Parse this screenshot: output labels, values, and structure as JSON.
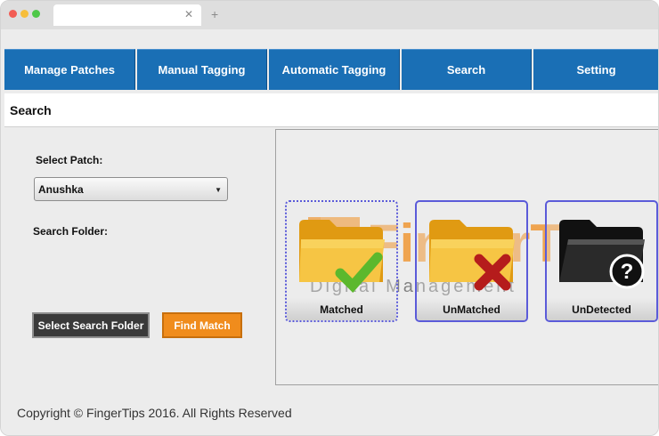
{
  "tabs": [
    {
      "label": "Manage Patches"
    },
    {
      "label": "Manual Tagging"
    },
    {
      "label": "Automatic Tagging"
    },
    {
      "label": "Search"
    },
    {
      "label": "Setting"
    }
  ],
  "page_title": "Search",
  "form": {
    "select_patch_label": "Select Patch:",
    "selected_patch": "Anushka",
    "search_folder_label": "Search Folder:",
    "select_folder_button": "Select Search Folder",
    "find_match_button": "Find Match"
  },
  "results": [
    {
      "label": "Matched",
      "icon": "folder-check-icon"
    },
    {
      "label": "UnMatched",
      "icon": "folder-cross-icon"
    },
    {
      "label": "UnDetected",
      "icon": "folder-question-icon"
    }
  ],
  "watermark": {
    "text_top": "FingerTips",
    "text_bottom": "Digital Management"
  },
  "footer": "Copyright © FingerTips 2016. All Rights Reserved",
  "colors": {
    "tab_blue": "#1a6fb5",
    "button_orange": "#f08c1c",
    "button_dark": "#3a3a3a",
    "card_border": "#5b5bd9"
  }
}
